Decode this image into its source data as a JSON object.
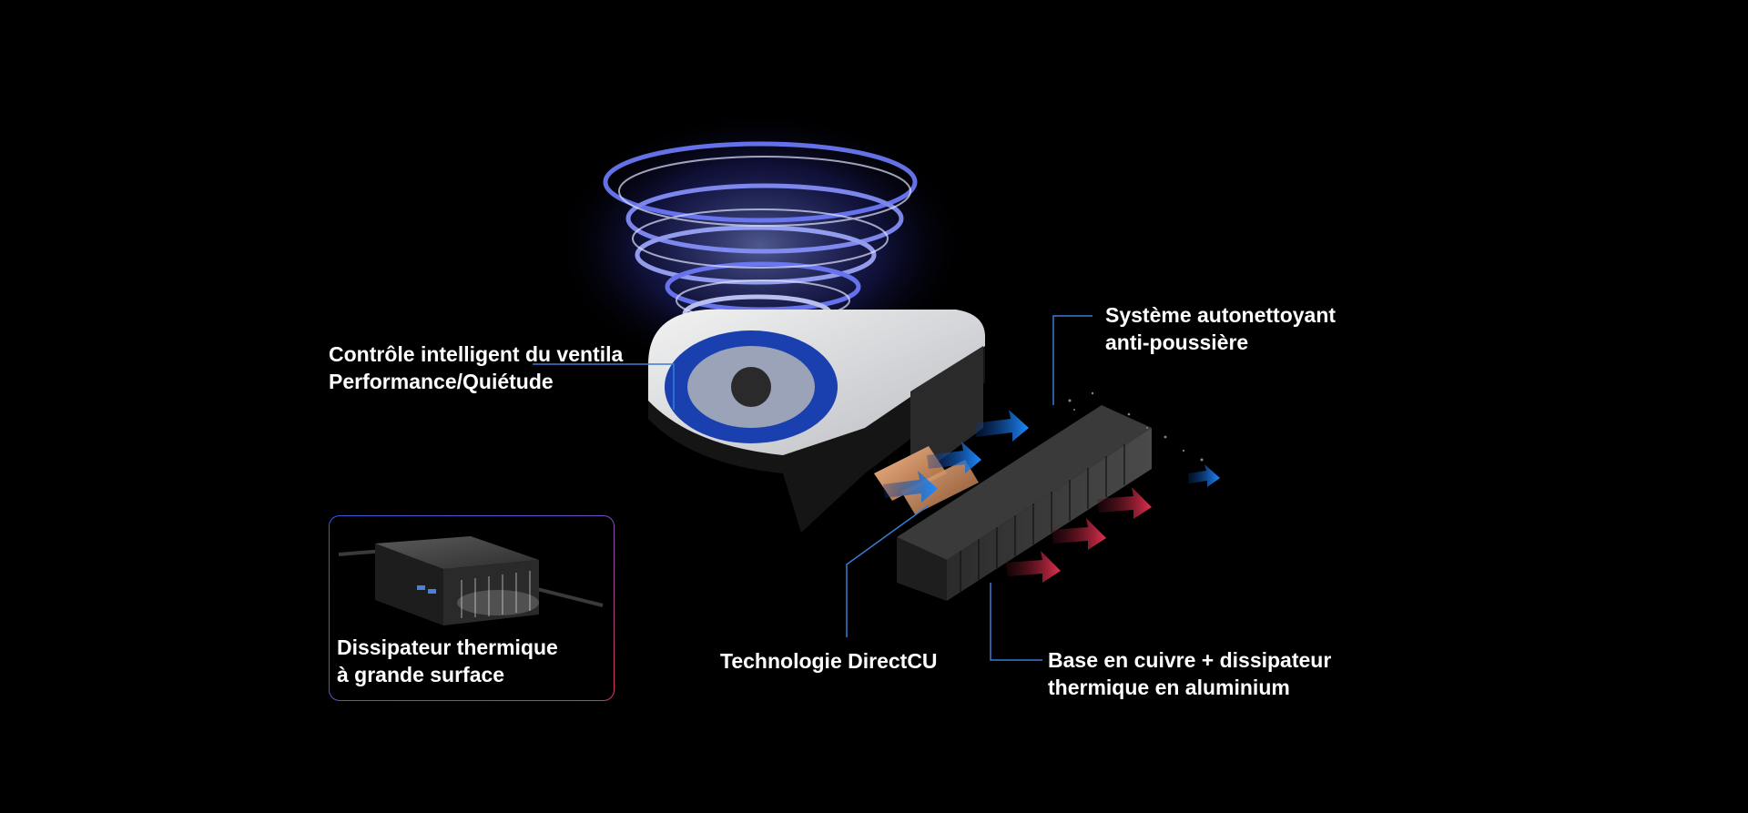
{
  "callouts": {
    "fan_control": {
      "line1": "Contrôle intelligent du ventila",
      "line2": "Performance/Quiétude"
    },
    "dust_system": {
      "line1": "Système autonettoyant",
      "line2": "anti-poussière"
    },
    "directcu": {
      "line1": "Technologie DirectCU"
    },
    "copper_base": {
      "line1": "Base en cuivre + dissipateur",
      "line2": "thermique en aluminium"
    },
    "large_heatsink": {
      "line1": "Dissipateur thermique",
      "line2": "à grande surface"
    }
  },
  "colors": {
    "background": "#000000",
    "callout_line": "#3a7bd5",
    "airflow_cool": "#1e6fd9",
    "airflow_hot": "#c0283f",
    "vortex": "#5a6cff",
    "copper": "#c98a5a"
  },
  "icons": {
    "fan": "fan-icon",
    "mini_pc": "mini-pc-icon",
    "heatsink": "heatsink-icon",
    "cool_arrow": "arrow-right-icon",
    "hot_arrow": "arrow-right-icon"
  }
}
